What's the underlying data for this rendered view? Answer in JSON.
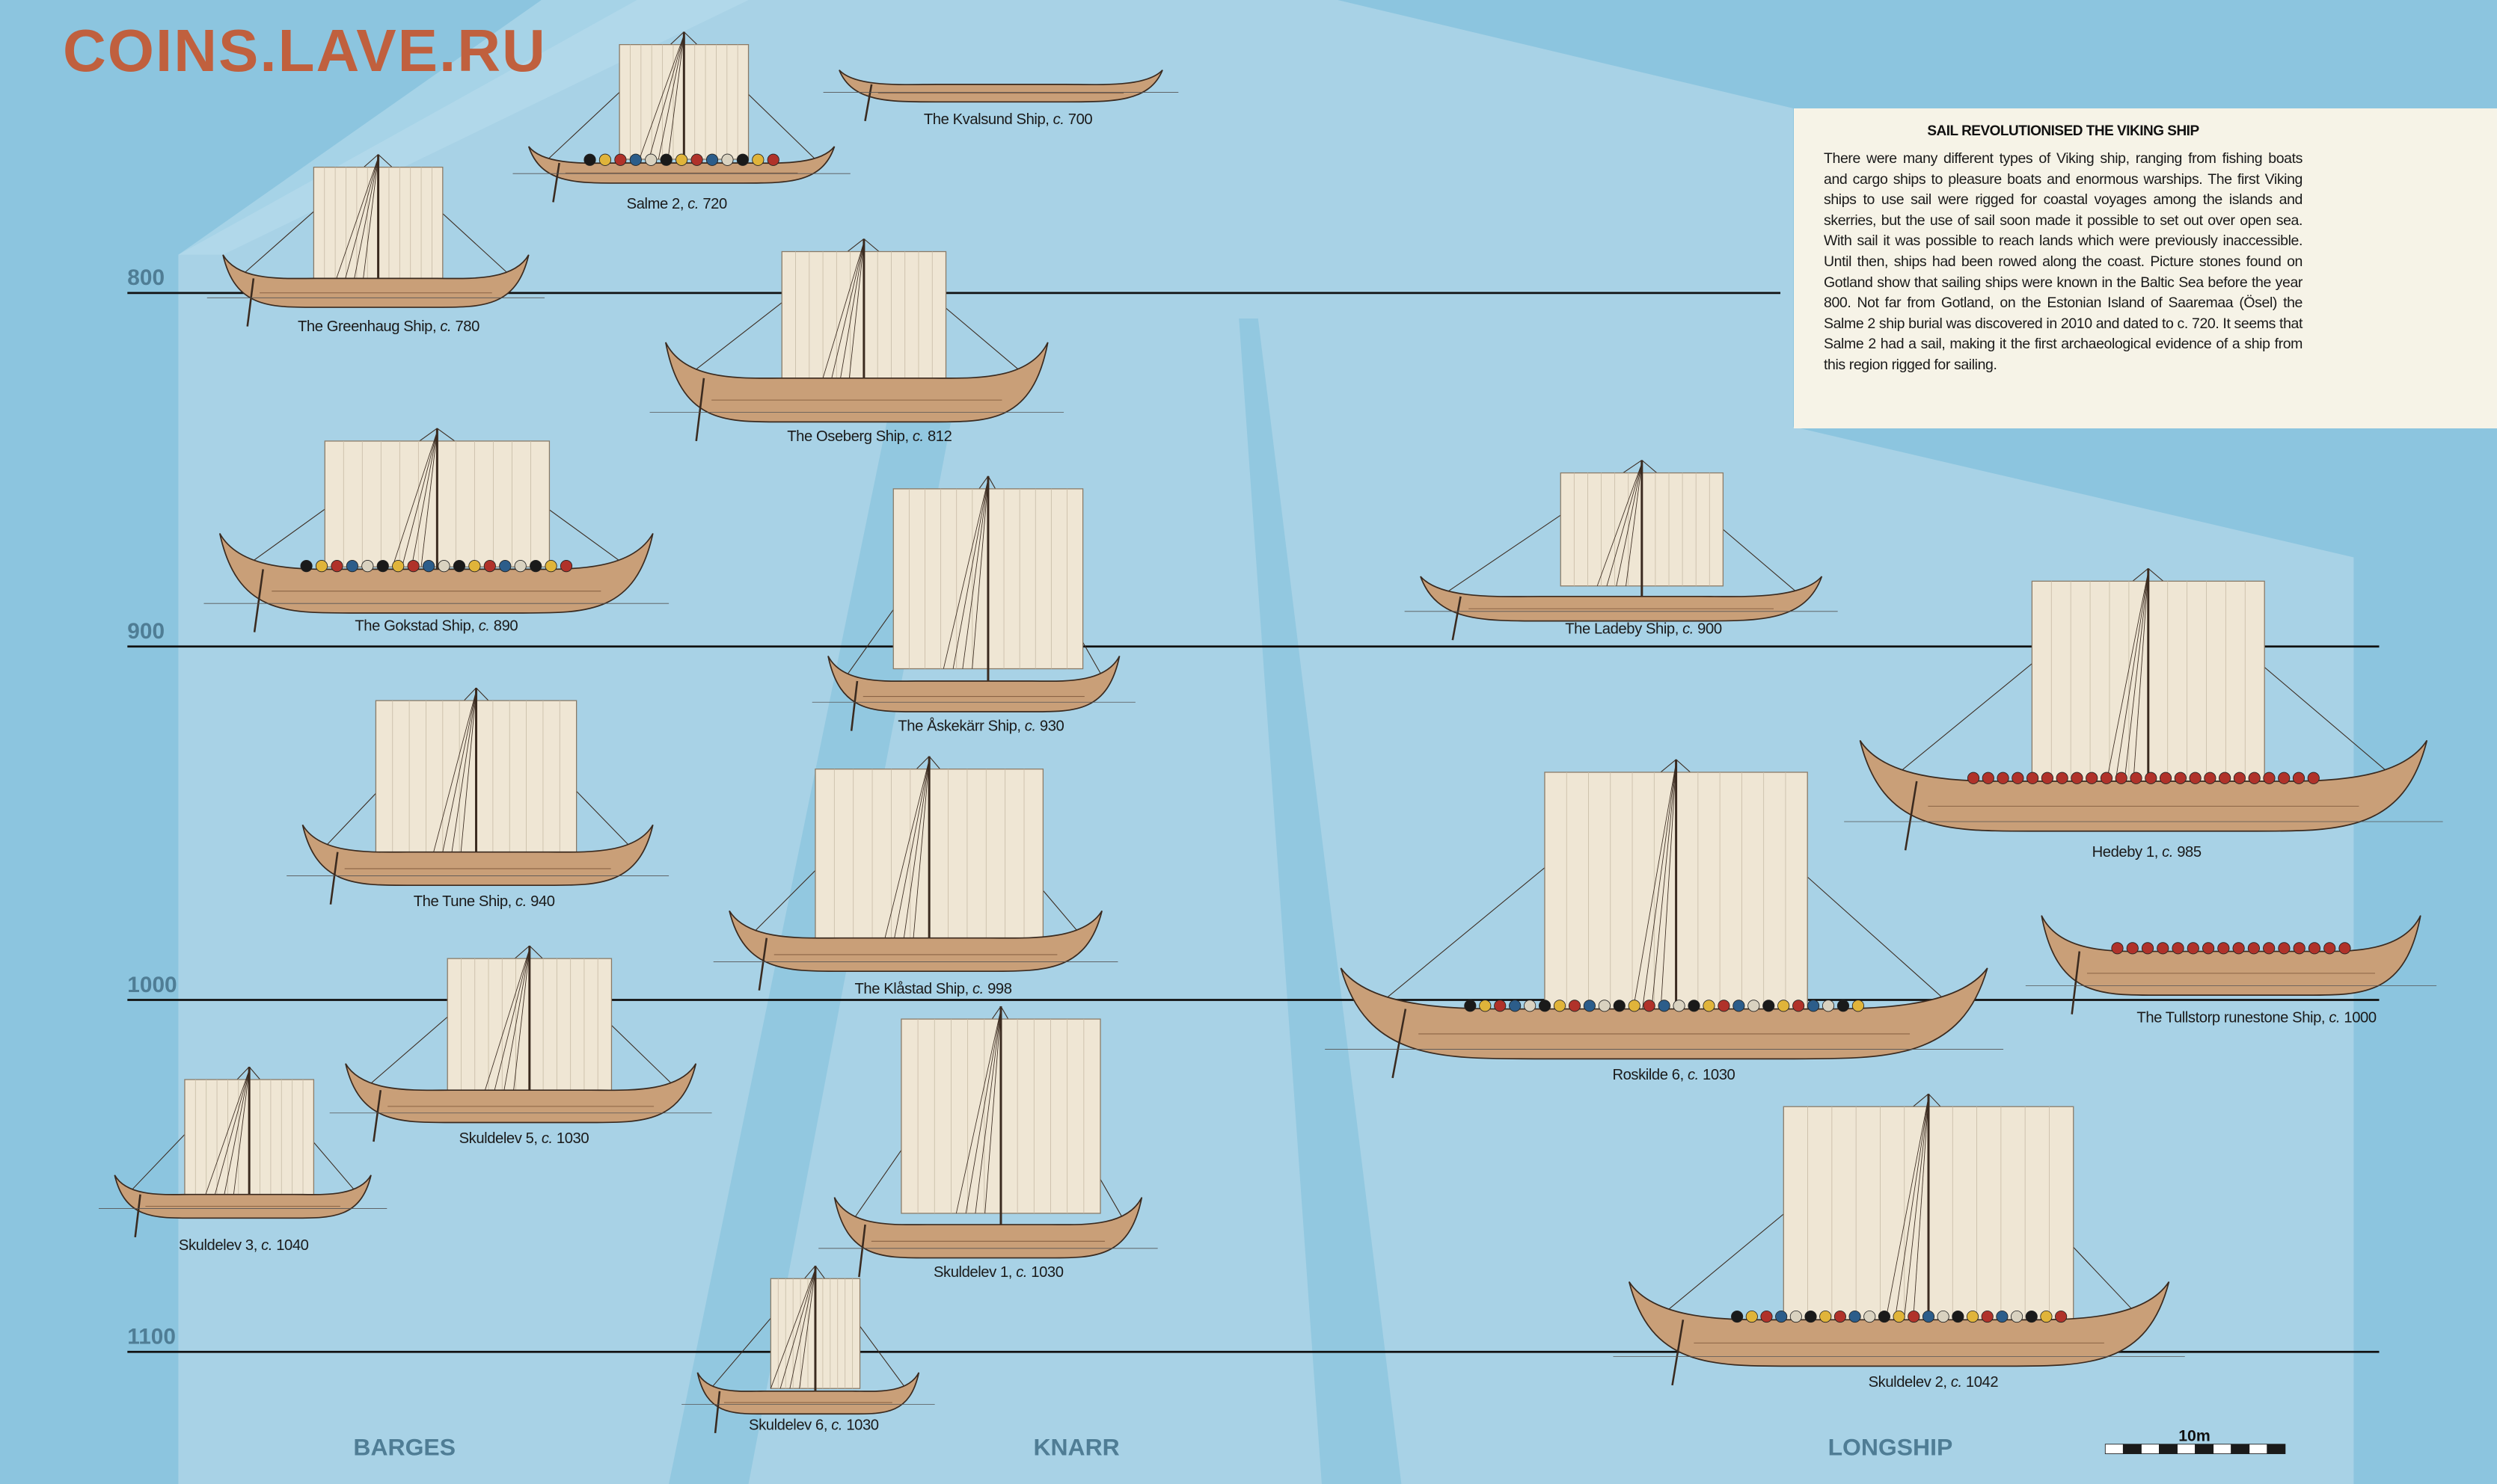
{
  "brand": "COINS.LAVE.RU",
  "info": {
    "title": "SAIL REVOLUTIONISED THE VIKING SHIP",
    "body": "There were many different types of Viking ship, ranging from fishing boats and cargo ships to pleasure boats and enormous warships. The first Viking ships to use sail were rigged for coastal voyages among the islands and skerries, but the use of sail soon made it possible to set out over open sea. With sail it was possible to reach lands which were previously inaccessible. Until then, ships had been rowed along the coast. Picture stones found on Gotland show that sailing ships were known in the Baltic Sea before the year 800. Not far from Gotland, on the Estonian Island of Saaremaa (Ösel) the Salme 2 ship burial was discovered in 2010 and dated to c. 720. It seems that Salme 2 had a sail, making it the first archaeological evidence of a ship from this region rigged for sailing."
  },
  "years": [
    "800",
    "900",
    "1000",
    "1100"
  ],
  "categories": [
    "BARGES",
    "KNARR",
    "LONGSHIP"
  ],
  "scale_label": "10m",
  "colors": {
    "hull": "#c99f78",
    "sail": "#efe6d4",
    "line": "#3a2a1f",
    "brand": "#c0603e"
  },
  "ships": [
    {
      "name": "The Kvalsund Ship",
      "circa": "c.",
      "year": "700",
      "sail": false,
      "shields": false
    },
    {
      "name": "Salme 2",
      "circa": "c.",
      "year": "720",
      "sail": true,
      "shields": true
    },
    {
      "name": "The Greenhaug Ship",
      "circa": "c.",
      "year": "780",
      "sail": true,
      "shields": false
    },
    {
      "name": "The Oseberg Ship",
      "circa": "c.",
      "year": "812",
      "sail": true,
      "shields": false
    },
    {
      "name": "The Gokstad Ship",
      "circa": "c.",
      "year": "890",
      "sail": true,
      "shields": true
    },
    {
      "name": "The Ladeby Ship",
      "circa": "c.",
      "year": "900",
      "sail": true,
      "shields": false
    },
    {
      "name": "The Åskekärr Ship",
      "circa": "c.",
      "year": "930",
      "sail": true,
      "shields": false
    },
    {
      "name": "Hedeby 1",
      "circa": "c.",
      "year": "985",
      "sail": true,
      "shields": true
    },
    {
      "name": "The Tune Ship",
      "circa": "c.",
      "year": "940",
      "sail": true,
      "shields": false
    },
    {
      "name": "The Klåstad Ship",
      "circa": "c.",
      "year": "998",
      "sail": true,
      "shields": false
    },
    {
      "name": "Roskilde 6",
      "circa": "c.",
      "year": "1030",
      "sail": true,
      "shields": true
    },
    {
      "name": "The Tullstorp runestone Ship",
      "circa": "c.",
      "year": "1000",
      "sail": false,
      "shields": true
    },
    {
      "name": "Skuldelev 5",
      "circa": "c.",
      "year": "1030",
      "sail": true,
      "shields": false
    },
    {
      "name": "Skuldelev 3",
      "circa": "c.",
      "year": "1040",
      "sail": true,
      "shields": false
    },
    {
      "name": "Skuldelev 1",
      "circa": "c.",
      "year": "1030",
      "sail": true,
      "shields": false
    },
    {
      "name": "Skuldelev 2",
      "circa": "c.",
      "year": "1042",
      "sail": true,
      "shields": true
    },
    {
      "name": "Skuldelev 6",
      "circa": "c.",
      "year": "1030",
      "sail": true,
      "shields": false
    }
  ]
}
